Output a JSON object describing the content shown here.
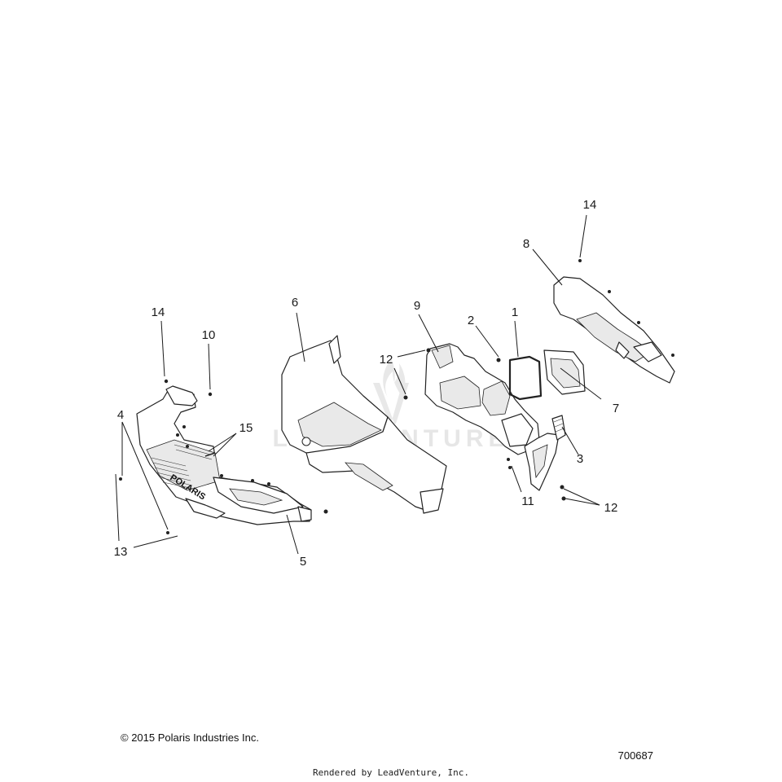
{
  "diagram": {
    "watermark": {
      "text": "LEADVENTURE",
      "logo_icon": "leadventure-flame-logo-icon"
    },
    "callouts": [
      {
        "id": "c1",
        "label": "1"
      },
      {
        "id": "c2",
        "label": "2"
      },
      {
        "id": "c3",
        "label": "3"
      },
      {
        "id": "c4",
        "label": "4"
      },
      {
        "id": "c5",
        "label": "5"
      },
      {
        "id": "c6",
        "label": "6"
      },
      {
        "id": "c7",
        "label": "7"
      },
      {
        "id": "c8",
        "label": "8"
      },
      {
        "id": "c9",
        "label": "9"
      },
      {
        "id": "c10",
        "label": "10"
      },
      {
        "id": "c11",
        "label": "11"
      },
      {
        "id": "c12a",
        "label": "12"
      },
      {
        "id": "c12b",
        "label": "12"
      },
      {
        "id": "c13",
        "label": "13"
      },
      {
        "id": "c14a",
        "label": "14"
      },
      {
        "id": "c14b",
        "label": "14"
      },
      {
        "id": "c15",
        "label": "15"
      }
    ],
    "parts": {
      "bumper_brand_text": "POLARIS"
    }
  },
  "footer": {
    "copyright": "© 2015 Polaris Industries Inc.",
    "drawing_number": "700687",
    "rendered_by": "Rendered by LeadVenture, Inc."
  }
}
